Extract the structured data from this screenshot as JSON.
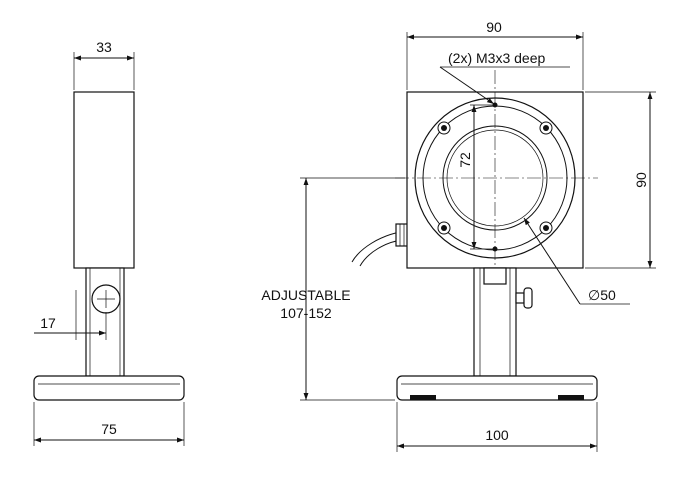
{
  "side_view": {
    "width_top": "33",
    "pin_offset": "17",
    "base_width": "75"
  },
  "front_view": {
    "width": "90",
    "height": "90",
    "hole_note": "(2x) M3x3 deep",
    "hole_spacing": "72",
    "aperture": "∅50",
    "base_width": "100",
    "height_label": "ADJUSTABLE",
    "height_range": "107-152"
  },
  "colors": {
    "line": "#111111",
    "background": "#ffffff"
  }
}
